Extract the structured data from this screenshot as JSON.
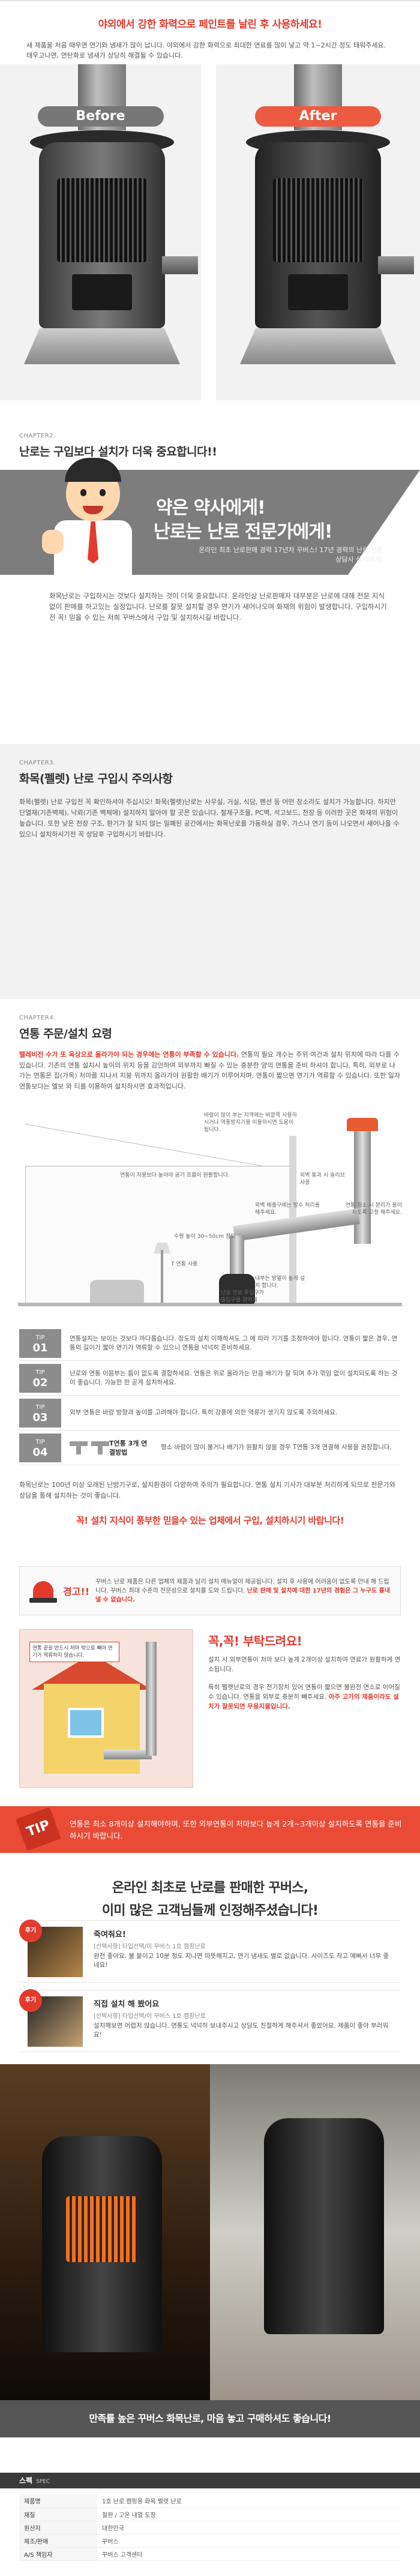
{
  "hero": {
    "title": "야외에서 강한 화력으로 페인트를 날린 후 사용하세요!",
    "desc": "새 제품을 처음 때우면 연기와 냄새가 많이 납니다. 야외에서 강한 화력으로 최대한 연료를 많이 넣고 약 1~2시간 정도 태워주세요. 태우고나면, 연탄화로 냄새가 상당히 해결될 수 있습니다.",
    "before_label": "Before",
    "after_label": "After"
  },
  "chapter2": {
    "label": "CHAPTER2.",
    "title": "난로는 구입보다 설치가 더욱 중요합니다!!",
    "band_line1": "약은 약사에게!",
    "band_line2": "난로는 난로 전문가에게!",
    "band_sub": "온라인 최초 난로판매 경력 17년차 꾸버스! 17년 경력의 난로 전문 상담사 상시대기!",
    "text": "화목난로는 구입하시는 것보다 설치하는 것이 더욱 중요합니다. 온라인상 난로판매자 대부분은 난로에 대해 전문 지식없이 판매를 하고있는 실정입니다. 난로를 잘못 설치할 경우 연기가 새어나오며 화재의 위험이 발생합니다. 구입하시기 전 꼭! 믿을 수 있는 저희 꾸버스에서 구입 및 설치하시길 바랍니다."
  },
  "chapter3": {
    "label": "CHAPTER3.",
    "title": "화목(펠렛) 난로 구입시 주의사항",
    "text": "화목(펠렛) 난로 구입전 꼭 확인하셔야 주십시오! 화목(펠렛)난로는 사무실, 거실, 식당, 펜션 등 어떤 장소라도 설치가 가능합니다. 하지만 단열재(기존벽체), 낙뢰(기존 벽체에) 설치하지 말아야 할 곳은 있습니다. 철제구조물, PC벽, 석고보드, 천장 등 이러한 곳은 화재의 위험이 높습니다. 또한 낮은 천장 구조, 환기가 잘 되지 않는 밀폐된 공간에서는 화목난로를 가동하실 경우, 가스나 연기 등이 나오면서 새어나올 수 있으니 설치하시기전 꼭 상담후 구입하시기 바랍니다."
  },
  "chapter4": {
    "label": "CHAPTER4.",
    "title": "연통 주문/설치 요령",
    "text_red": "텔레비전 수가 또 옥상으로 올라가야 되는 경우에는 연통이 부족할 수 있습니다.",
    "text": "연통의 필요 개수는 주위 여건과 설치 위치에 따라 다를 수 있습니다. 기존의 연통 설치시 높이의 위치 등을 감안하여 외부까지 빠질 수 있는 충분한 양의 연통을 준비 하셔야 합니다. 특히, 외부로 나가는 연통은 집(가옥) 처마를 지나서 지붕 위까지 올라가야 원활한 배기가 이루어지며, 연통이 짧으면 연기가 역류할 수 있습니다. 또한 일자연통보다는 엘보 와 티를 이용하여 설치하시면 효과적입니다.",
    "diagram": {
      "c1": "바람이 많이 부는 지역에는 바깥쪽 사용하시거나 역풍방지기를 이용하시면 도움이 됩니다.",
      "c2": "연통이 지붕보다 높아야 공기 흐름이 원활합니다.",
      "c3": "연통 청소 시 분리가 용이하도록 고정 해주세요.",
      "c4": "외벽 배출구에는 방수 처리를 해주세요.",
      "c5": "수평 높이 30~50cm 정도",
      "c6": "T 연통 사용",
      "c7": "내부는 방열이 높게 설치 합니다.",
      "c8": "난로 연료 투입구가 출입구를 향하게",
      "c9": "외벽 통과 시 슬리브 사용"
    },
    "tips": [
      {
        "tag": "TIP",
        "num": "01",
        "text": "연통설치는 보이는 것보다 까다롭습니다. 정도의 설치 이해하셔도 그 에 따라 기기를 조정하여야 합니다. 연통이 짧은 경우, 연통의 길이가 짧아 연기가 역류할 수 있으니 연통을 넉넉히 준비하세요."
      },
      {
        "tag": "TIP",
        "num": "02",
        "text": "난로와 연통 이음부는 틈이 없도록 결합하세요. 연통은 위로 올라가는 만큼 배기가 잘 되며 추가 꺾임 없이 설치되도록 하는 것이 좋습니다. 가능한 한 곧게 설치하세요."
      },
      {
        "tag": "TIP",
        "num": "03",
        "text": "외부 연통은 바람 방향과 높이를 고려해야 합니다. 특히 강풍에 의한 역류가 생기지 않도록 주의하세요."
      },
      {
        "tag": "TIP",
        "num": "04",
        "text": "평소 바람이 많이 불거나 배기가 원활치 않을 경우 T연통 3개 연결해 사용을 권장합니다."
      }
    ],
    "tip4_label": "T연통 3개 연결방법",
    "text2": "화목난로는 100년 이상 오래된 난방기구로, 설치환경이 다양하여 주의가 필요합니다. 연통 설치 기사가 대부분 처리하게 되므로 전문가와 상담을 통해 설치하는 것이 좋습니다.",
    "red_big": "꼭! 설치 지식이 풍부한 믿을수 있는 업체에서 구입, 설치하시기 바랍니다!"
  },
  "warning": {
    "title": "경고!!",
    "text": "꾸버스 난로 제품은 다른 업체의 제품과 달리 설치 매뉴얼이 제공됩니다. 설치 후 사용에 어려움이 없도록 안내 해 드립니다. 꾸버스 최대 수준의 전문성으로 설치를 도와 드립니다.",
    "text_red": "난로 판매 및 설치에 대한 17년의 경험은 그 누구도 흉내 낼 수 없습니다."
  },
  "must": {
    "photo_note": "연통 끝을 반드시 처마 밖으로 빼야 연기가 역류하지 않습니다.",
    "head": "꼭,꼭! 부탁드려요!",
    "text": "설치 시 외부연통이 처마 보다 높게 2개이상 설치하여 연료가 원활하게 연소됩니다.",
    "text2": "특히 펠렛난로의 경우 전기장치 있어 연통이 짧으면 불완전 연소로 이어질 수 있습니다. 연통을 외부로 충분히 빼주세요.",
    "text2_red": "아주 고가의 제품이라도 설치가 잘못되면 무용지물입니다."
  },
  "tipband": {
    "tag": "TIP",
    "text": "연통은 최소 8개이상 설치해야하며, 또한 외부연통이 처마보다 높게 2개~3개이상 설치하도록 연통을 준비하시기 바랍니다."
  },
  "reviews": {
    "head1": "온라인 최초로 난로를 판매한 꾸버스,",
    "head2": "이미 많은 고객님들께 인정해주셨습니다!",
    "items": [
      {
        "badge": "후기",
        "title": "죽여줘요!",
        "meta": "[선택사항] 타입선택/이 꾸버스 1호 캠핑난로",
        "body": "완전 좋아요. 불 붙이고 10분 정도 지나면 따뜻해지고, 연기 냄새도 별로 없습니다. 사이즈도 작고 예뻐서 너무 좋네요!"
      },
      {
        "badge": "후기",
        "title": "직접 설치 해 봤어요",
        "meta": "[선택사항] 타입선택/이 꾸버스 1호 캠핑난로",
        "body": "설치해보면 어렵지 않습니다. 연통도 넉넉히 보내주시고 상담도 친절하게 해주셔서 좋았어요. 제품이 좋아 부러워요!"
      }
    ],
    "caption": "만족률 높은 꾸버스 화목난로, 마음 놓고 구매하셔도 좋습니다!"
  },
  "spec": {
    "title": "스펙",
    "title_en": "SPEC",
    "rows": [
      {
        "k": "제품명",
        "v": "1호 난로 캠핑용 화목 펠렛 난로"
      },
      {
        "k": "재질",
        "v": "철판 / 고온 내열 도장"
      },
      {
        "k": "원산지",
        "v": "대한민국"
      },
      {
        "k": "제조/판매",
        "v": "꾸버스"
      },
      {
        "k": "A/S 책임자",
        "v": "꾸버스 고객센터"
      }
    ]
  }
}
